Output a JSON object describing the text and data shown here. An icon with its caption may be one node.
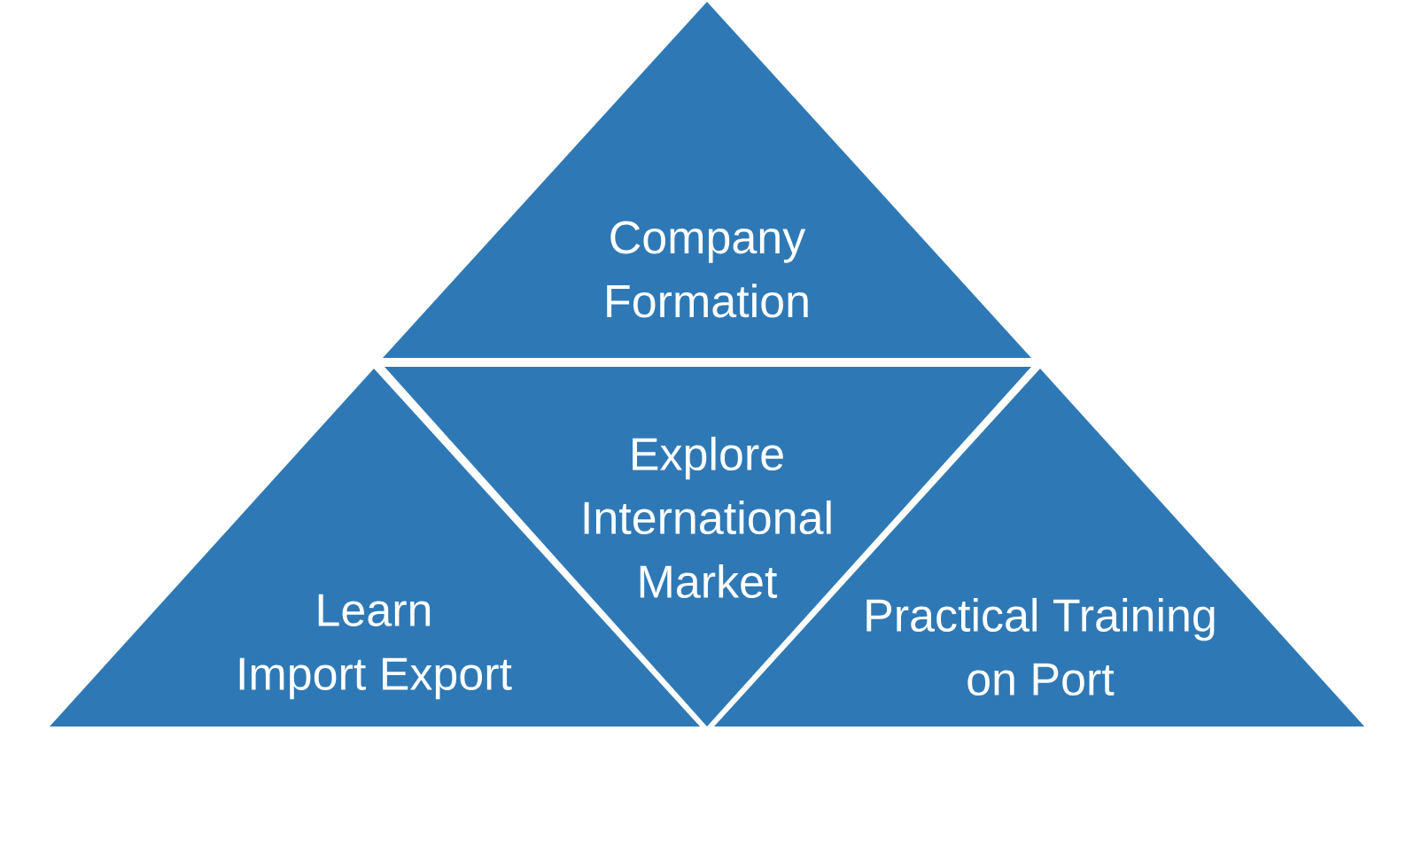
{
  "diagram": {
    "nodes": [
      {
        "text": [
          "Company Formation"
        ]
      },
      {
        "text": [
          "Learn Import Export"
        ]
      },
      {
        "text": [
          "Explore International Market"
        ]
      },
      {
        "text": [
          "Practical Training on Port"
        ]
      }
    ]
  }
}
